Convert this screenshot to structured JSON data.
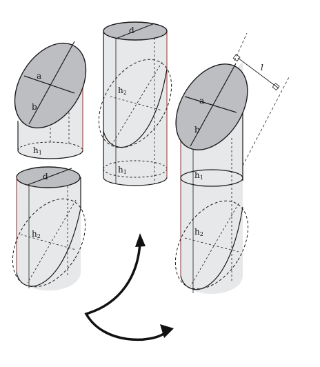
{
  "figure": {
    "description_labels": {
      "a": "a",
      "b": "b",
      "d": "d",
      "h": "h",
      "sub1": "1",
      "sub2": "2",
      "l": "l"
    },
    "colors": {
      "paper": "#ffffff",
      "ellipse_fill": "#bdbec2",
      "cylinder_fill": "#e7e8ea",
      "line": "#1a1a1a",
      "edge_red": "#b24a4a"
    }
  }
}
